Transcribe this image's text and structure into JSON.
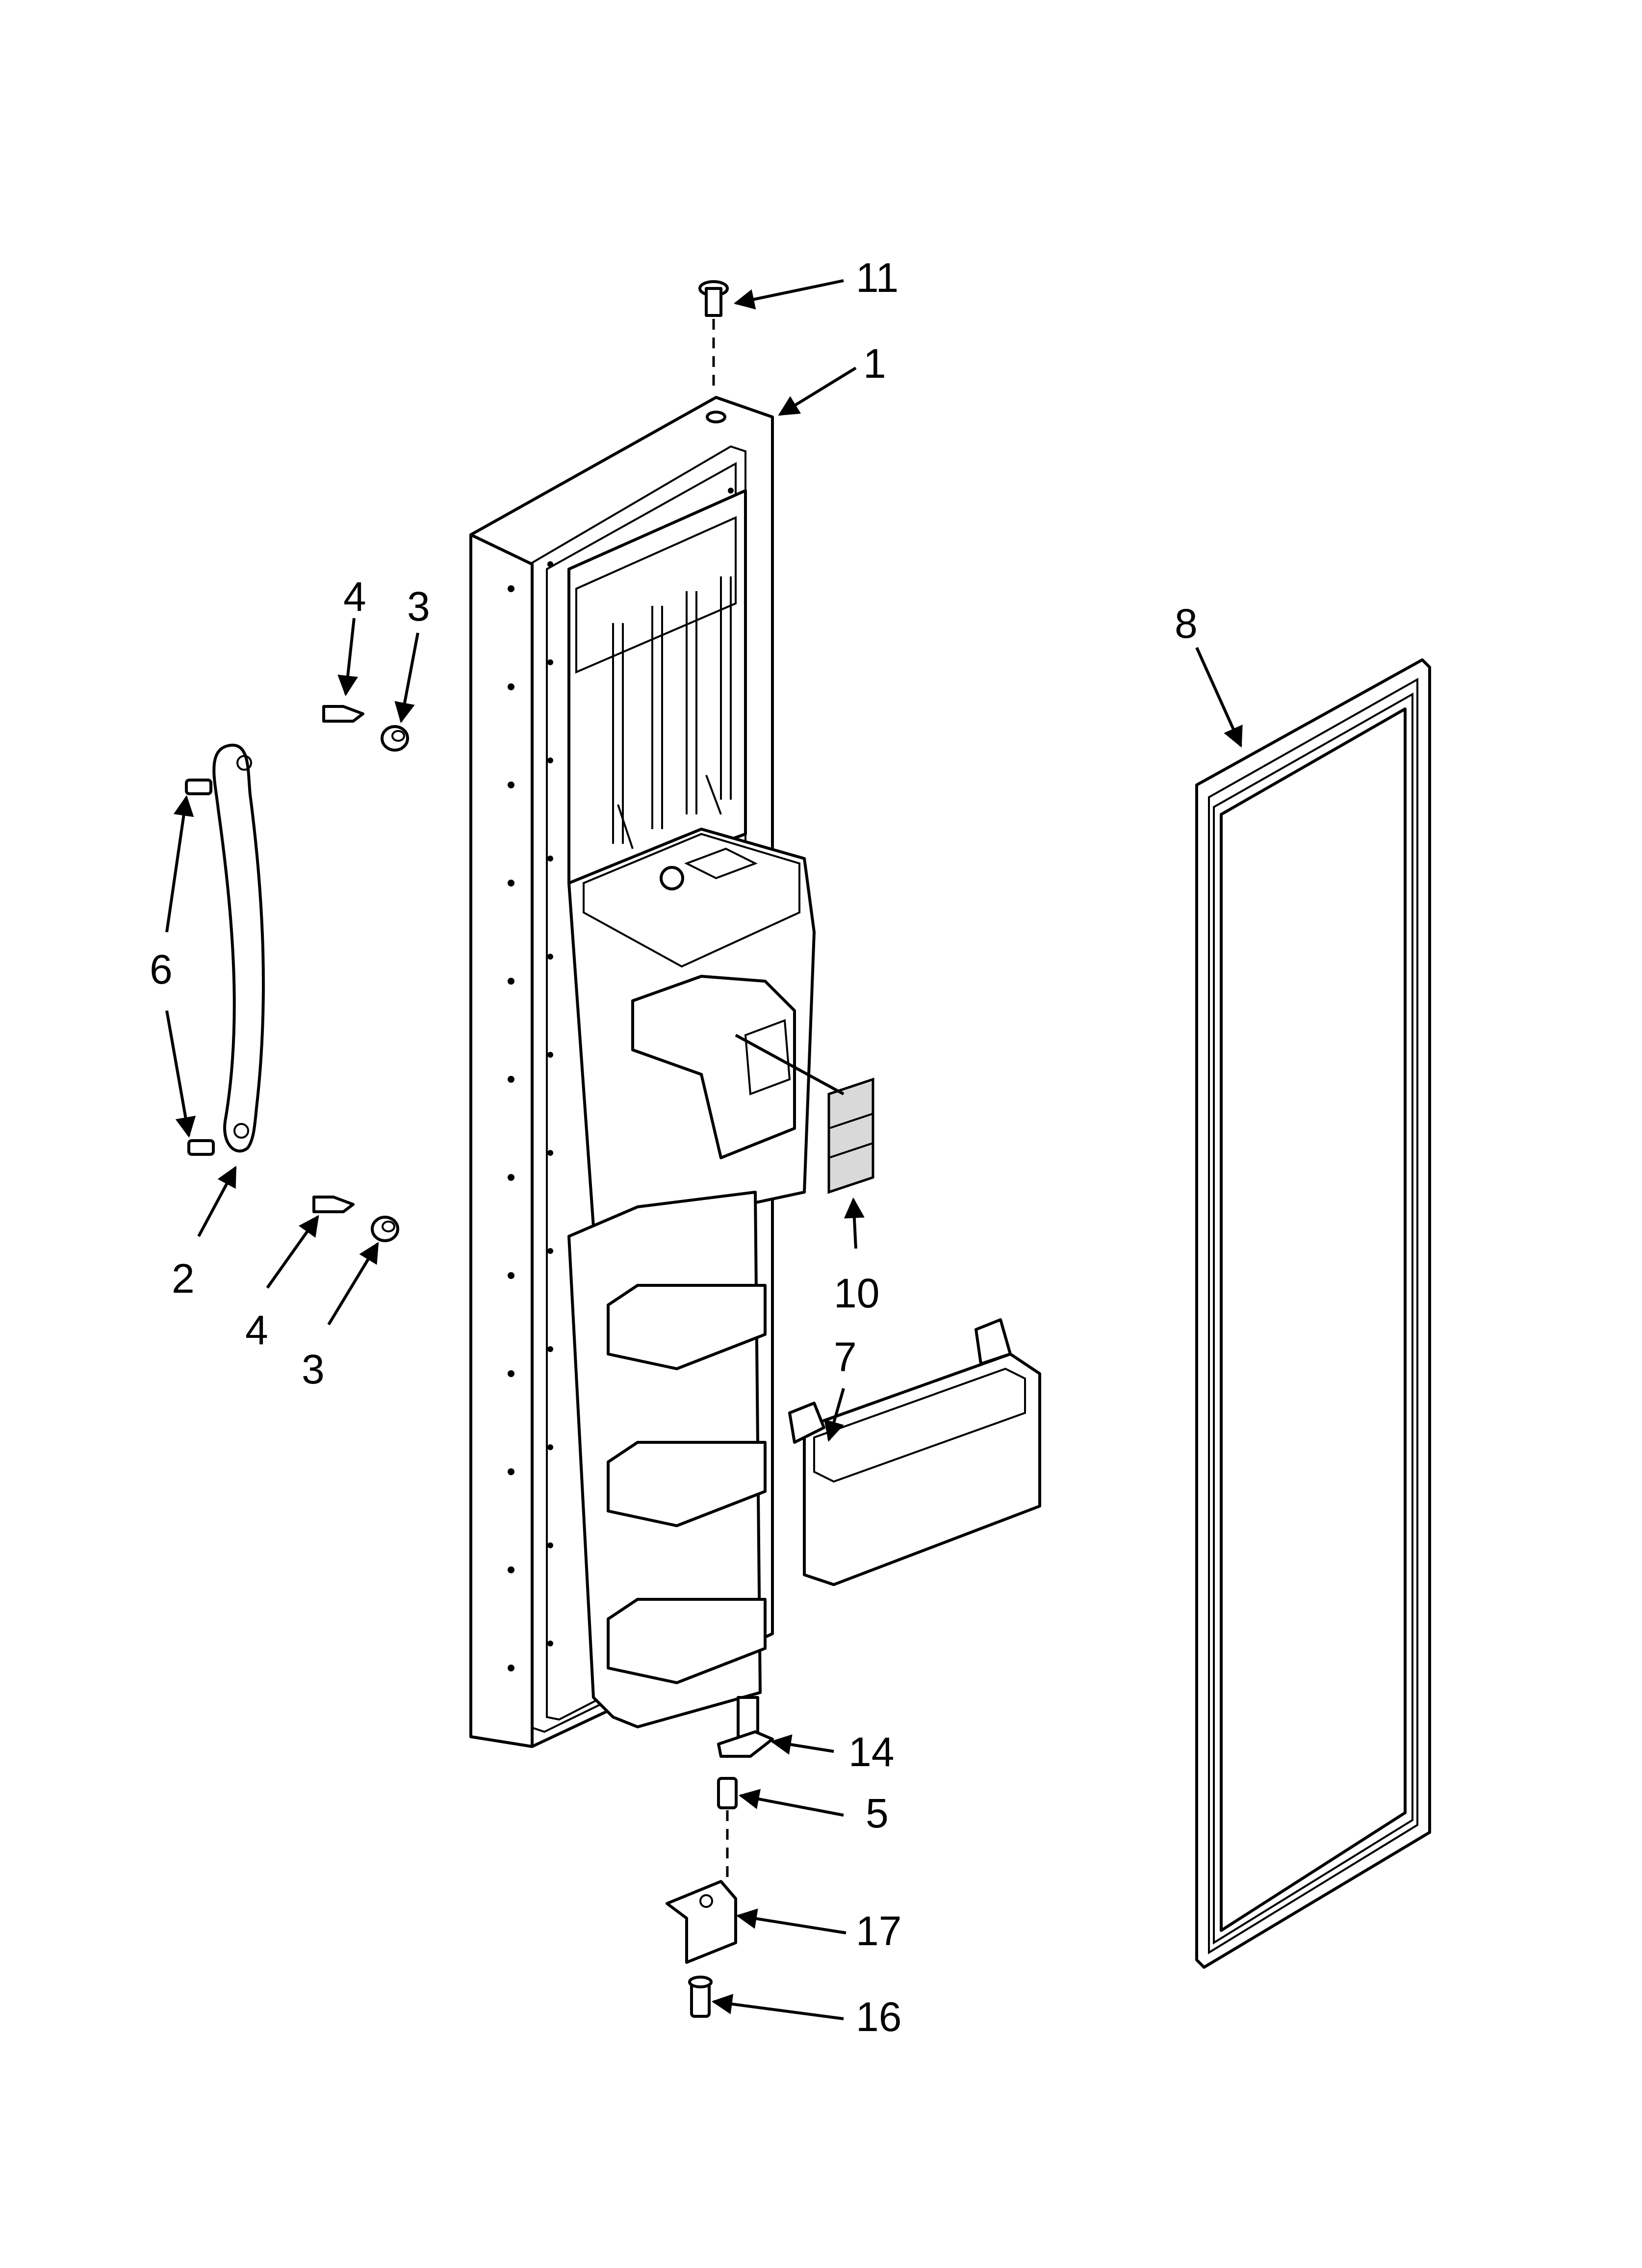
{
  "callouts": [
    {
      "id": "11",
      "text": "11"
    },
    {
      "id": "1",
      "text": "1"
    },
    {
      "id": "4a",
      "text": "4"
    },
    {
      "id": "3a",
      "text": "3"
    },
    {
      "id": "8",
      "text": "8"
    },
    {
      "id": "6",
      "text": "6"
    },
    {
      "id": "2",
      "text": "2"
    },
    {
      "id": "4b",
      "text": "4"
    },
    {
      "id": "3b",
      "text": "3"
    },
    {
      "id": "10",
      "text": "10"
    },
    {
      "id": "7",
      "text": "7"
    },
    {
      "id": "14",
      "text": "14"
    },
    {
      "id": "5",
      "text": "5"
    },
    {
      "id": "17",
      "text": "17"
    },
    {
      "id": "16",
      "text": "16"
    }
  ]
}
